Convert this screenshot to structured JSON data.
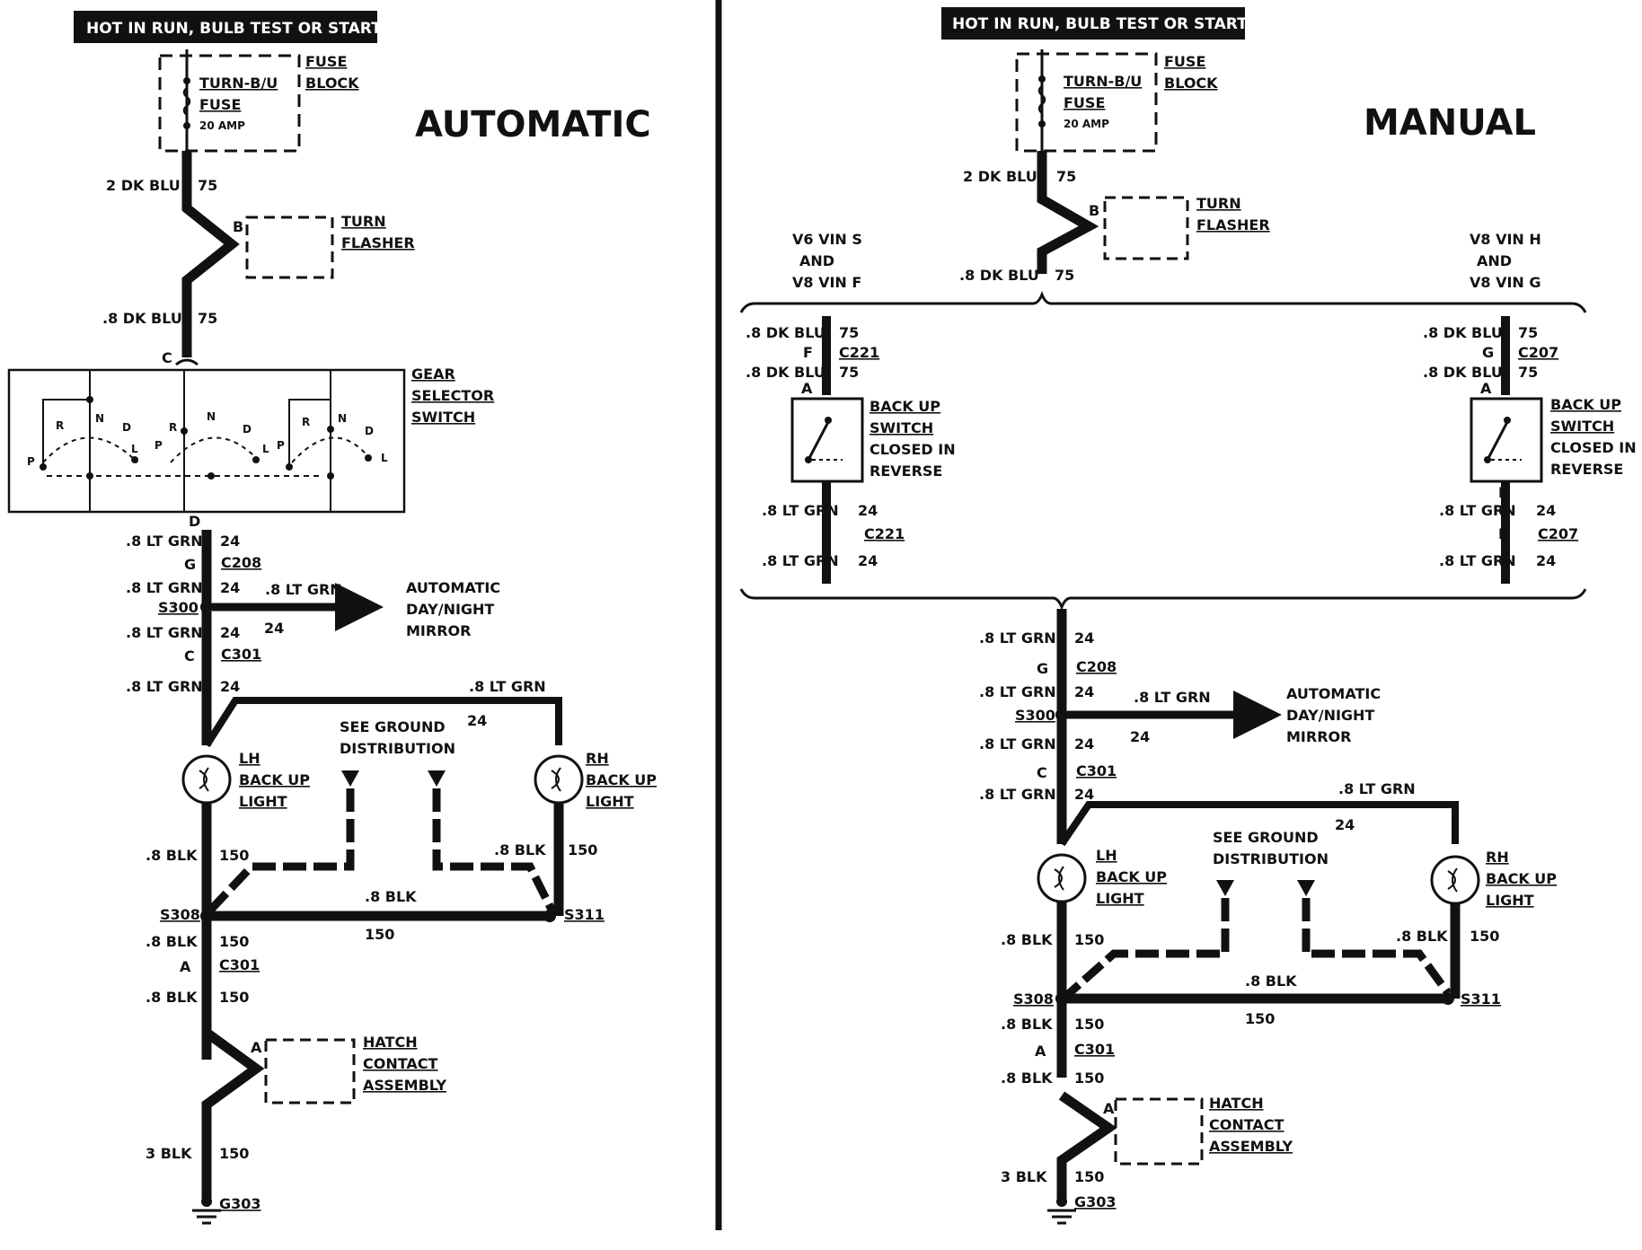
{
  "colors": {
    "wire": "#111111",
    "paper": "#ffffff",
    "banner": "#111111"
  },
  "left": {
    "banner": "HOT IN RUN,  BULB TEST OR START",
    "title": "AUTOMATIC",
    "fuse_block": [
      "FUSE",
      "BLOCK"
    ],
    "fuse": [
      "TURN-B/U",
      "FUSE",
      "20 AMP"
    ],
    "wire_2dkblu": "2 DK BLU",
    "circ_75": "75",
    "flasher": [
      "TURN",
      "FLASHER"
    ],
    "pin_b": "B",
    "wire_8dkblu": ".8 DK BLU",
    "pin_c": "C",
    "gear_switch": [
      "GEAR",
      "SELECTOR",
      "SWITCH"
    ],
    "gear_letters": [
      "P",
      "R",
      "N",
      "D",
      "L"
    ],
    "pin_d": "D",
    "wire_8ltgrn": ".8 LT GRN",
    "circ_24": "24",
    "pin_g": "G",
    "c208": "C208",
    "s300": "S300",
    "mirror": [
      "AUTOMATIC",
      "DAY/NIGHT",
      "MIRROR"
    ],
    "c301": "C301",
    "see_ground": [
      "SEE GROUND",
      "DISTRIBUTION"
    ],
    "lh_light": [
      "LH",
      "BACK UP",
      "LIGHT"
    ],
    "rh_light": [
      "RH",
      "BACK UP",
      "LIGHT"
    ],
    "wire_8blk": ".8 BLK",
    "circ_150": "150",
    "s308": "S308",
    "s311": "S311",
    "pin_a": "A",
    "hatch": [
      "HATCH",
      "CONTACT",
      "ASSEMBLY"
    ],
    "wire_3blk": "3 BLK",
    "g303": "G303"
  },
  "right": {
    "banner": "HOT IN RUN,  BULB TEST OR START",
    "title": "MANUAL",
    "fuse_block": [
      "FUSE",
      "BLOCK"
    ],
    "fuse": [
      "TURN-B/U",
      "FUSE",
      "20 AMP"
    ],
    "wire_2dkblu": "2 DK BLU",
    "circ_75": "75",
    "flasher": [
      "TURN",
      "FLASHER"
    ],
    "pin_b": "B",
    "wire_8dkblu": ".8 DK BLU",
    "v6": [
      "V6 VIN S",
      "AND",
      "V8 VIN F"
    ],
    "v8": [
      "V8 VIN H",
      "AND",
      "V8 VIN G"
    ],
    "pin_f": "F",
    "c221": "C221",
    "c207": "C207",
    "pin_g": "G",
    "backup_switch": [
      "BACK UP",
      "SWITCH",
      "CLOSED IN",
      "REVERSE"
    ],
    "pin_a": "A",
    "pin_b2": "B",
    "wire_8ltgrn": ".8 LT GRN",
    "circ_24": "24",
    "c208": "C208",
    "s300": "S300",
    "mirror": [
      "AUTOMATIC",
      "DAY/NIGHT",
      "MIRROR"
    ],
    "pin_c": "C",
    "c301": "C301",
    "see_ground": [
      "SEE GROUND",
      "DISTRIBUTION"
    ],
    "lh_light": [
      "LH",
      "BACK UP",
      "LIGHT"
    ],
    "rh_light": [
      "RH",
      "BACK UP",
      "LIGHT"
    ],
    "wire_8blk": ".8 BLK",
    "circ_150": "150",
    "s308": "S308",
    "s311": "S311",
    "hatch": [
      "HATCH",
      "CONTACT",
      "ASSEMBLY"
    ],
    "wire_3blk": "3 BLK",
    "g303": "G303"
  }
}
